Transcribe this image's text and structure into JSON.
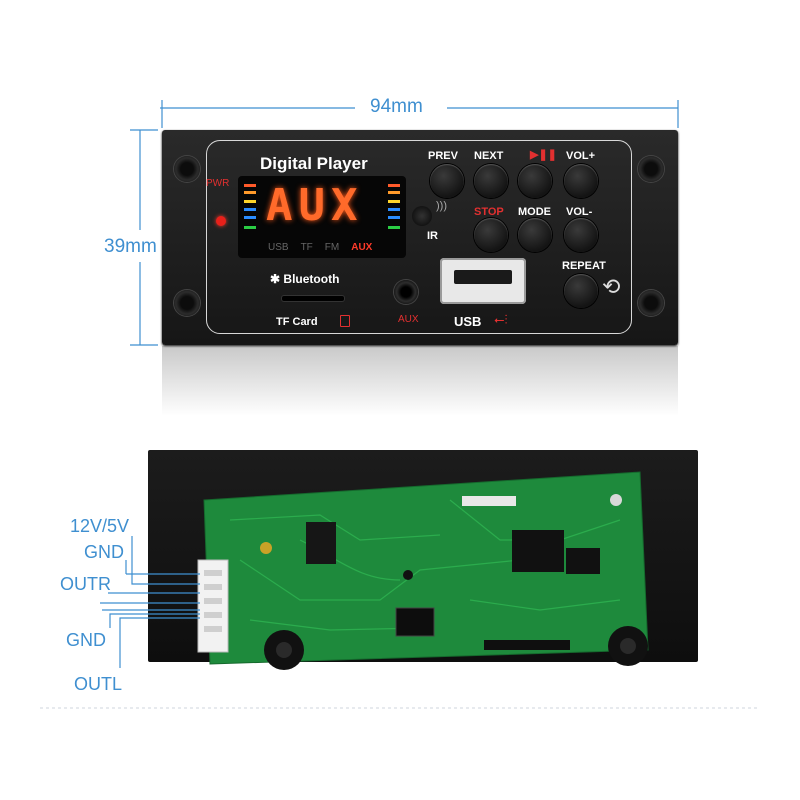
{
  "dimensions": {
    "width_label": "94mm",
    "height_label": "39mm"
  },
  "panel": {
    "title": "Digital Player",
    "pwr_label": "PWR",
    "display_text": "AUX",
    "display_modes": [
      "USB",
      "TF",
      "FM",
      "AUX"
    ],
    "ir_label": "IR",
    "bluetooth_label": "Bluetooth",
    "tf_card_label": "TF Card",
    "aux_label": "AUX",
    "usb_label": "USB",
    "buttons": {
      "prev": "PREV",
      "next": "NEXT",
      "vol_up": "VOL+",
      "stop": "STOP",
      "mode": "MODE",
      "vol_down": "VOL-",
      "repeat": "REPEAT"
    }
  },
  "pins": [
    "12V/5V",
    "GND",
    "OUTR",
    "GND",
    "OUTL"
  ],
  "colors": {
    "dimension_blue": "#3f8fd0",
    "panel": "#1c1c1c",
    "pcb": "#1e8a3c",
    "display_orange": "#ff6a2a",
    "stop_red": "#e23030"
  }
}
